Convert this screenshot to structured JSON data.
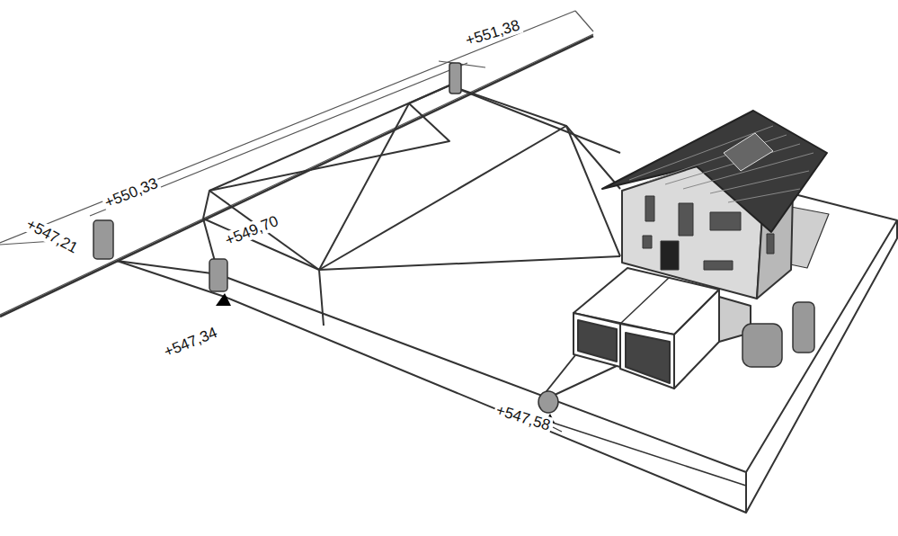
{
  "diagram": {
    "labels": [
      "+551,38",
      "+550,33",
      "+547,21",
      "+549,70",
      "+547,34",
      "+547,58"
    ]
  }
}
